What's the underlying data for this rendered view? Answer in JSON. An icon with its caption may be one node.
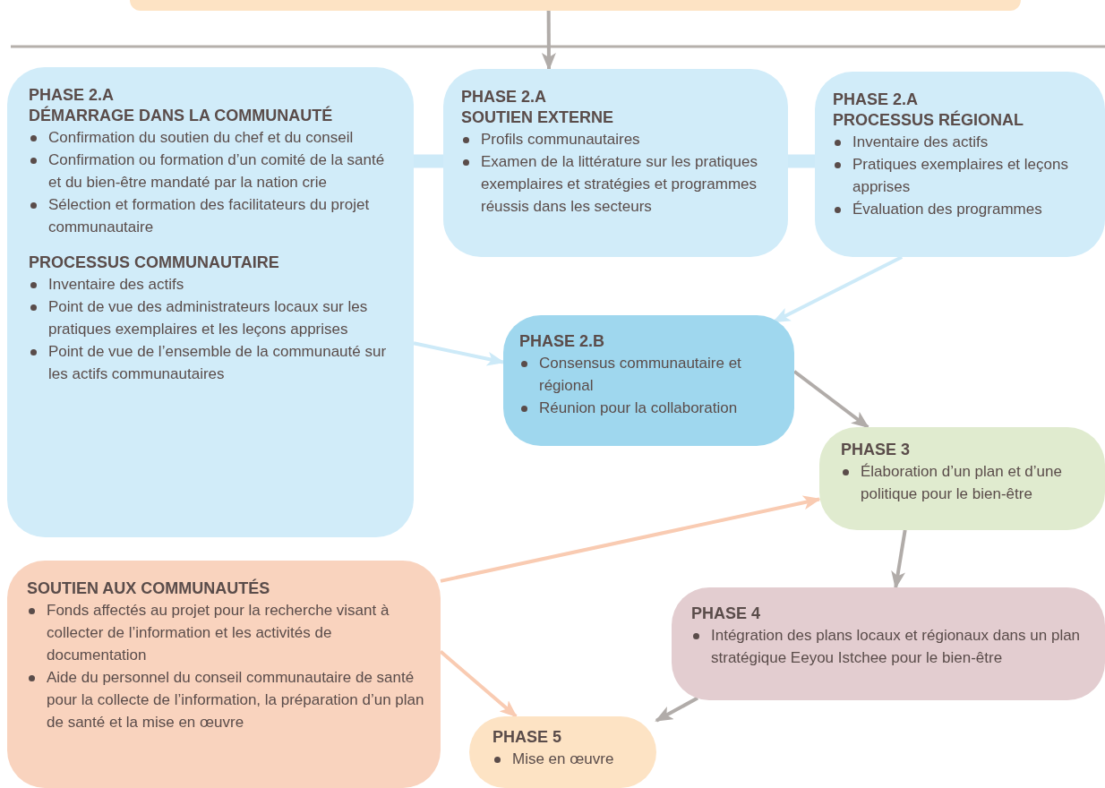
{
  "diagram": {
    "nodes": [
      {
        "text": [],
        "shape": "box"
      },
      {
        "text": [
          "PHASE 2.A",
          "DÉMARRAGE DANS LA COMMUNAUTÉ",
          "Confirmation du soutien du chef et du conseil",
          "Confirmation ou formation d’un comité de la santé et du bien-être mandaté par la nation crie",
          "Sélection et formation des facilitateurs du projet communautaire",
          "PROCESSUS COMMUNAUTAIRE",
          "Inventaire des actifs",
          "Point de vue des administrateurs locaux sur les pratiques exemplaires et les leçons apprises",
          "Point de vue de l’ensemble de la communauté sur les actifs communautaires"
        ]
      },
      {
        "text": [
          "PHASE 2.A",
          "SOUTIEN EXTERNE",
          "Profils communautaires",
          "Examen de la littérature sur les pratiques exemplaires et stratégies et programmes réussis dans les secteurs"
        ]
      },
      {
        "text": [
          "PHASE 2.A",
          "PROCESSUS RÉGIONAL",
          "Inventaire des actifs",
          "Pratiques exemplaires et leçons apprises",
          "Évaluation des programmes"
        ]
      },
      {
        "text": [
          "PHASE 2.B",
          "Consensus communautaire et régional",
          "Réunion pour la collaboration"
        ]
      },
      {
        "text": [
          "PHASE 3",
          "Élaboration d’un plan et d’une politique pour le bien-être"
        ]
      },
      {
        "text": [
          "SOUTIEN AUX COMMUNAUTÉS",
          "Fonds affectés au projet pour la recherche visant à collecter de l’information et les activités de documentation",
          "Aide du personnel du conseil communautaire de santé pour la collecte de l’information, la préparation d’un plan de santé et la mise en œuvre"
        ]
      },
      {
        "text": [
          "PHASE 4",
          "Intégration des plans locaux et régionaux dans un plan stratégique Eeyou Istchee pour le bien-être"
        ]
      },
      {
        "text": [
          "PHASE 5",
          "Mise en œuvre"
        ]
      }
    ],
    "edges": [
      {
        "from": 0,
        "to": 2,
        "arrow": "to"
      },
      {
        "from": 1,
        "to": 2,
        "arrow": "none",
        "style": "thick",
        "color": "#cdeaf8"
      },
      {
        "from": 2,
        "to": 3,
        "arrow": "none",
        "style": "thick",
        "color": "#cdeaf8"
      },
      {
        "from": 1,
        "to": 4,
        "arrow": "to",
        "color": "#cdeaf8"
      },
      {
        "from": 3,
        "to": 4,
        "arrow": "to",
        "color": "#cdeaf8"
      },
      {
        "from": 4,
        "to": 5,
        "arrow": "to"
      },
      {
        "from": 6,
        "to": 5,
        "arrow": "to",
        "color": "#f9cbb2"
      },
      {
        "from": 5,
        "to": 7,
        "arrow": "to"
      },
      {
        "from": 6,
        "to": 8,
        "arrow": "to",
        "color": "#f9cbb2"
      },
      {
        "from": 7,
        "to": 8,
        "arrow": "to"
      }
    ]
  }
}
